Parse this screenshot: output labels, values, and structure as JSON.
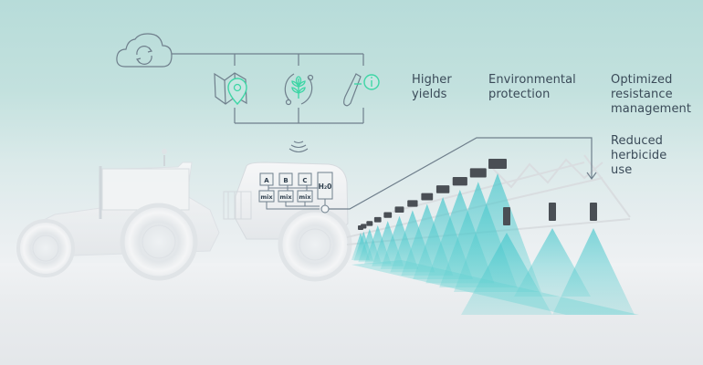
{
  "diagram": {
    "title": "Smart spraying system overview",
    "benefits": [
      {
        "lines": [
          "Higher",
          "yields"
        ]
      },
      {
        "lines": [
          "Environmental",
          "protection"
        ]
      },
      {
        "lines": [
          "Optimized",
          "resistance",
          "management"
        ]
      },
      {
        "lines": [
          "Reduced",
          "herbicide",
          "use"
        ]
      }
    ],
    "icons": {
      "cloud": "cloud-sync-icon",
      "map": "map-location-icon",
      "crop": "crop-cycle-icon",
      "test": "test-tube-info-icon",
      "signal": "wireless-signal-icon"
    },
    "tank": {
      "chemicals": [
        "A",
        "B",
        "C"
      ],
      "mixers": [
        "mix",
        "mix",
        "mix"
      ],
      "water": "H₂0"
    },
    "colors": {
      "accent": "#3fd6a6",
      "line": "#6f7f8c",
      "spray": "#35c3c9",
      "text": "#3a4a58"
    }
  }
}
